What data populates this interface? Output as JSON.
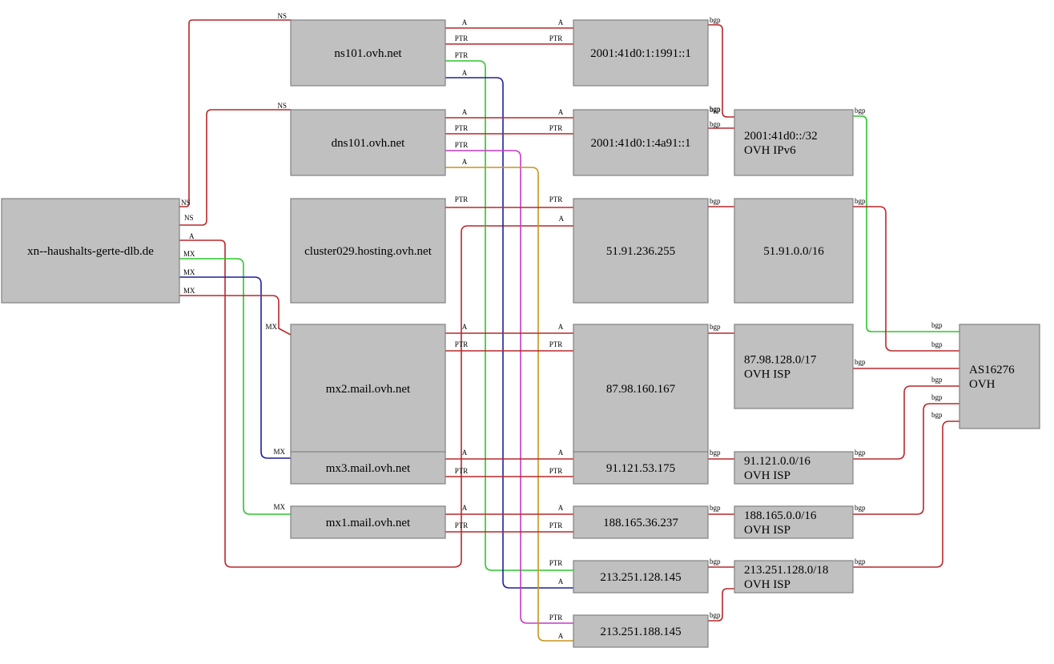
{
  "colors": {
    "red": "#b8282c",
    "green": "#2cc52c",
    "blue": "#1f1f99",
    "magenta": "#c43ac4",
    "orange": "#c8941e",
    "node_fill": "#c0c0c0"
  },
  "nodes": [
    {
      "id": "domain",
      "lines": [
        "xn--haushalts-gerte-dlb.de"
      ]
    },
    {
      "id": "ns101",
      "lines": [
        "ns101.ovh.net"
      ]
    },
    {
      "id": "dns101",
      "lines": [
        "dns101.ovh.net"
      ]
    },
    {
      "id": "cluster029",
      "lines": [
        "cluster029.hosting.ovh.net"
      ]
    },
    {
      "id": "mx2",
      "lines": [
        "mx2.mail.ovh.net"
      ]
    },
    {
      "id": "mx3",
      "lines": [
        "mx3.mail.ovh.net"
      ]
    },
    {
      "id": "mx1",
      "lines": [
        "mx1.mail.ovh.net"
      ]
    },
    {
      "id": "ip6_1991",
      "lines": [
        "2001:41d0:1:1991::1"
      ]
    },
    {
      "id": "ip6_4a91",
      "lines": [
        "2001:41d0:1:4a91::1"
      ]
    },
    {
      "id": "ip_51_91_236",
      "lines": [
        "51.91.236.255"
      ]
    },
    {
      "id": "ip_87_98_160",
      "lines": [
        "87.98.160.167"
      ]
    },
    {
      "id": "ip_91_121_53",
      "lines": [
        "91.121.53.175"
      ]
    },
    {
      "id": "ip_188_165_36",
      "lines": [
        "188.165.36.237"
      ]
    },
    {
      "id": "ip_213_251_128",
      "lines": [
        "213.251.128.145"
      ]
    },
    {
      "id": "ip_213_251_188",
      "lines": [
        "213.251.188.145"
      ]
    },
    {
      "id": "net6",
      "lines": [
        "2001:41d0::/32",
        "OVH IPv6"
      ]
    },
    {
      "id": "net_51_91",
      "lines": [
        "51.91.0.0/16"
      ]
    },
    {
      "id": "net_87_98",
      "lines": [
        "87.98.128.0/17",
        "OVH ISP"
      ]
    },
    {
      "id": "net_91_121",
      "lines": [
        "91.121.0.0/16",
        "OVH ISP"
      ]
    },
    {
      "id": "net_188_165",
      "lines": [
        "188.165.0.0/16",
        "OVH ISP"
      ]
    },
    {
      "id": "net_213_251",
      "lines": [
        "213.251.128.0/18",
        "OVH ISP"
      ]
    },
    {
      "id": "as16276",
      "lines": [
        "AS16276",
        "OVH"
      ]
    }
  ],
  "edges": [
    {
      "id": "ns-ns101",
      "color": "red",
      "labels": [
        "NS",
        "NS"
      ]
    },
    {
      "id": "ns-dns101",
      "color": "red",
      "labels": [
        "NS",
        "NS"
      ]
    },
    {
      "id": "a-cluster",
      "color": "red",
      "labels": [
        "A",
        "A"
      ]
    },
    {
      "id": "mx-mx1",
      "color": "green",
      "labels": [
        "MX",
        "MX"
      ]
    },
    {
      "id": "mx-mx3",
      "color": "blue",
      "labels": [
        "MX",
        "MX"
      ]
    },
    {
      "id": "mx-mx2",
      "color": "red",
      "labels": [
        "MX",
        "MX"
      ]
    },
    {
      "id": "ns101-a",
      "color": "red",
      "labels": [
        "A",
        "A"
      ]
    },
    {
      "id": "ns101-ptr",
      "color": "red",
      "labels": [
        "PTR",
        "PTR"
      ]
    },
    {
      "id": "ns101-ptr-213",
      "color": "green",
      "labels": [
        "PTR",
        "PTR"
      ]
    },
    {
      "id": "ns101-a-213",
      "color": "blue",
      "labels": [
        "A",
        "A"
      ]
    },
    {
      "id": "dns101-a",
      "color": "red",
      "labels": [
        "A",
        "A"
      ]
    },
    {
      "id": "dns101-ptr",
      "color": "red",
      "labels": [
        "PTR",
        "PTR"
      ]
    },
    {
      "id": "dns101-ptr-188",
      "color": "magenta",
      "labels": [
        "PTR",
        "PTR"
      ]
    },
    {
      "id": "dns101-a-188",
      "color": "orange",
      "labels": [
        "A",
        "A"
      ]
    },
    {
      "id": "cluster-ptr",
      "color": "red",
      "labels": [
        "PTR",
        "PTR"
      ]
    },
    {
      "id": "mx2-a",
      "color": "red",
      "labels": [
        "A",
        "A"
      ]
    },
    {
      "id": "mx2-ptr",
      "color": "red",
      "labels": [
        "PTR",
        "PTR"
      ]
    },
    {
      "id": "mx3-a",
      "color": "red",
      "labels": [
        "A",
        "A"
      ]
    },
    {
      "id": "mx3-ptr",
      "color": "red",
      "labels": [
        "PTR",
        "PTR"
      ]
    },
    {
      "id": "mx1-a",
      "color": "red",
      "labels": [
        "A",
        "A"
      ]
    },
    {
      "id": "mx1-ptr",
      "color": "red",
      "labels": [
        "PTR",
        "PTR"
      ]
    },
    {
      "id": "bgp-1991",
      "color": "red",
      "labels": [
        "bgp",
        "bgp"
      ]
    },
    {
      "id": "bgp-4a91",
      "color": "red",
      "labels": [
        "bgp",
        "bgp"
      ]
    },
    {
      "id": "bgp-51-236",
      "color": "red",
      "labels": [
        "bgp",
        ""
      ]
    },
    {
      "id": "bgp-87-160",
      "color": "red",
      "labels": [
        "bgp",
        ""
      ]
    },
    {
      "id": "bgp-91-53",
      "color": "red",
      "labels": [
        "bgp",
        ""
      ]
    },
    {
      "id": "bgp-188-36",
      "color": "red",
      "labels": [
        "bgp",
        ""
      ]
    },
    {
      "id": "bgp-213-128",
      "color": "red",
      "labels": [
        "bgp",
        ""
      ]
    },
    {
      "id": "bgp-213-188",
      "color": "red",
      "labels": [
        "bgp",
        ""
      ]
    },
    {
      "id": "as-net6",
      "color": "green",
      "labels": [
        "bgp",
        "bgp"
      ]
    },
    {
      "id": "as-net51",
      "color": "red",
      "labels": [
        "bgp",
        "bgp"
      ]
    },
    {
      "id": "as-net87",
      "color": "red",
      "labels": [
        "bgp",
        ""
      ]
    },
    {
      "id": "as-net91",
      "color": "red",
      "labels": [
        "bgp",
        "bgp"
      ]
    },
    {
      "id": "as-net188",
      "color": "red",
      "labels": [
        "bgp",
        "bgp"
      ]
    },
    {
      "id": "as-net213",
      "color": "red",
      "labels": [
        "bgp",
        "bgp"
      ]
    }
  ]
}
